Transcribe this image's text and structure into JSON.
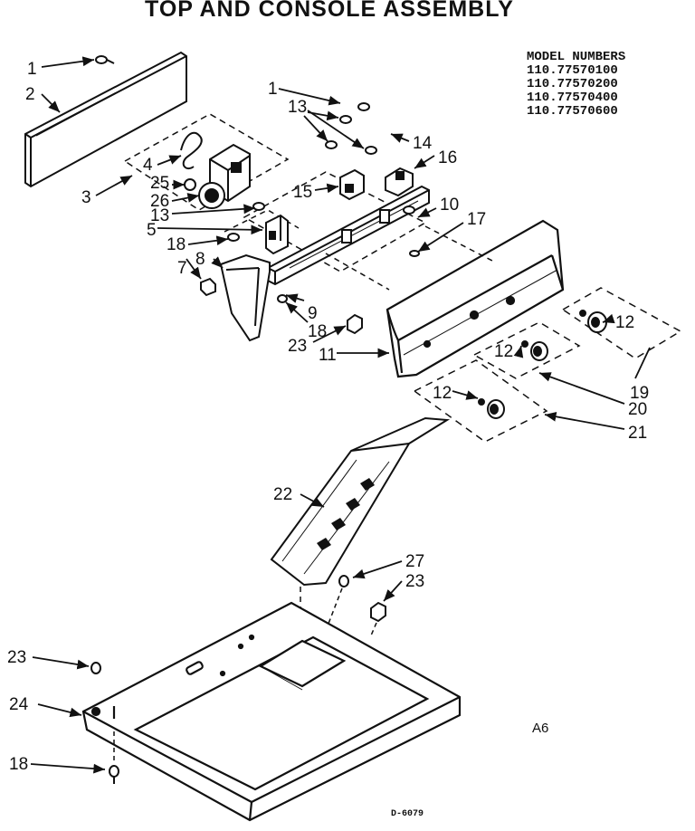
{
  "title": "TOP AND CONSOLE ASSEMBLY",
  "model_numbers": {
    "heading": "MODEL NUMBERS",
    "items": [
      "110.77570100",
      "110.77570200",
      "110.77570400",
      "110.77570600"
    ]
  },
  "section_code": "A6",
  "doc_code": "D-6079",
  "callouts": [
    "1",
    "2",
    "3",
    "4",
    "25",
    "26",
    "13",
    "5",
    "18",
    "8",
    "7",
    "1",
    "13",
    "14",
    "16",
    "15",
    "10",
    "17",
    "9",
    "18",
    "23",
    "11",
    "12",
    "12",
    "12",
    "19",
    "20",
    "21",
    "22",
    "27",
    "23",
    "23",
    "24",
    "18"
  ]
}
